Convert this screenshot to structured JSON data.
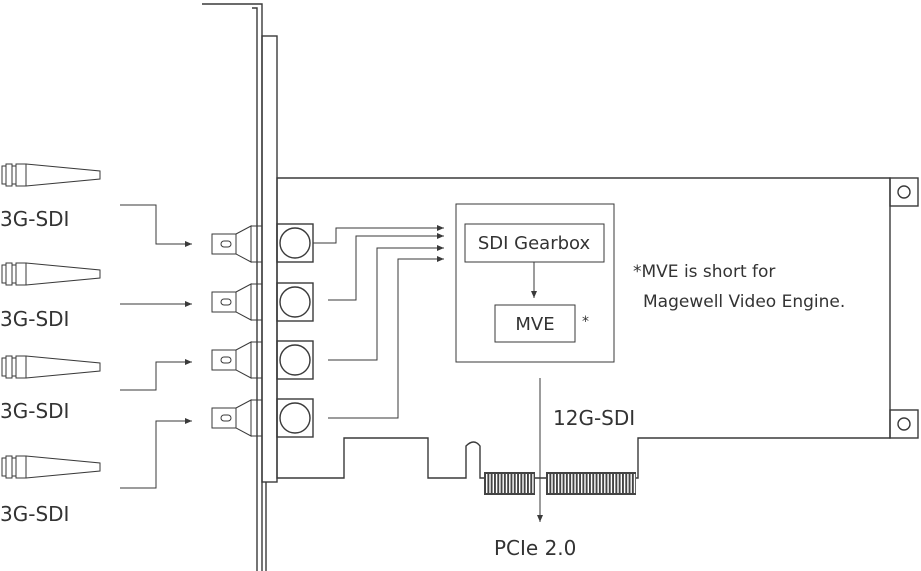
{
  "inputs": [
    {
      "label": "3G-SDI"
    },
    {
      "label": "3G-SDI"
    },
    {
      "label": "3G-SDI"
    },
    {
      "label": "3G-SDI"
    }
  ],
  "chip_block": {
    "gearbox_label": "SDI Gearbox",
    "engine_label": "MVE",
    "engine_marker": "*"
  },
  "note": {
    "line1": "*MVE is short for",
    "line2": "Magewell Video Engine."
  },
  "output_label": "12G-SDI",
  "bus_label": "PCIe 2.0"
}
